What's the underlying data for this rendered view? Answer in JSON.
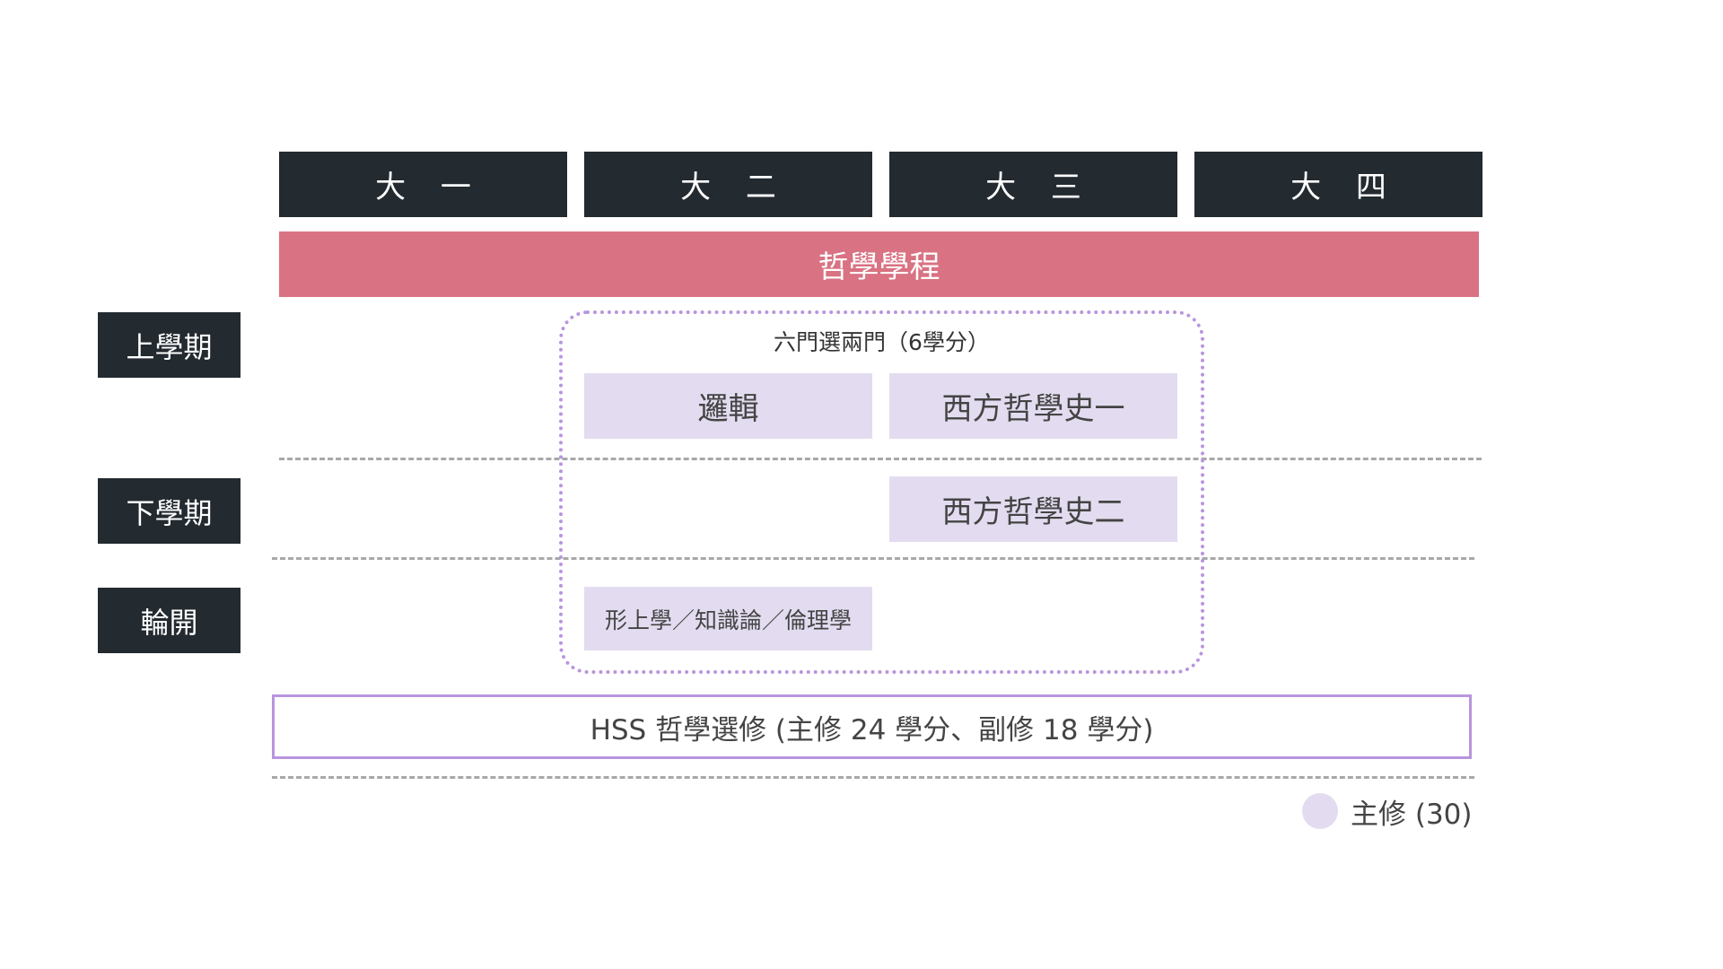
{
  "years": [
    "大 一",
    "大 二",
    "大 三",
    "大 四"
  ],
  "program": "哲學學程",
  "semesters": {
    "first": "上學期",
    "second": "下學期",
    "rotating": "輪開"
  },
  "group_caption": "六門選兩門（6學分）",
  "courses": {
    "logic": "邏輯",
    "western_philosophy_1": "西方哲學史一",
    "western_philosophy_2": "西方哲學史二",
    "rotating_course": "形上學／知識論／倫理學"
  },
  "hss_elective": "HSS 哲學選修 (主修 24 學分、副修 18 學分)",
  "legend": {
    "label": "主修 (30)",
    "color": "#e3dcf0"
  },
  "colors": {
    "header_dark": "#232a30",
    "program_pink": "#d97282",
    "course_lavender": "#e3dcf0",
    "outline_purple": "#b895de"
  }
}
